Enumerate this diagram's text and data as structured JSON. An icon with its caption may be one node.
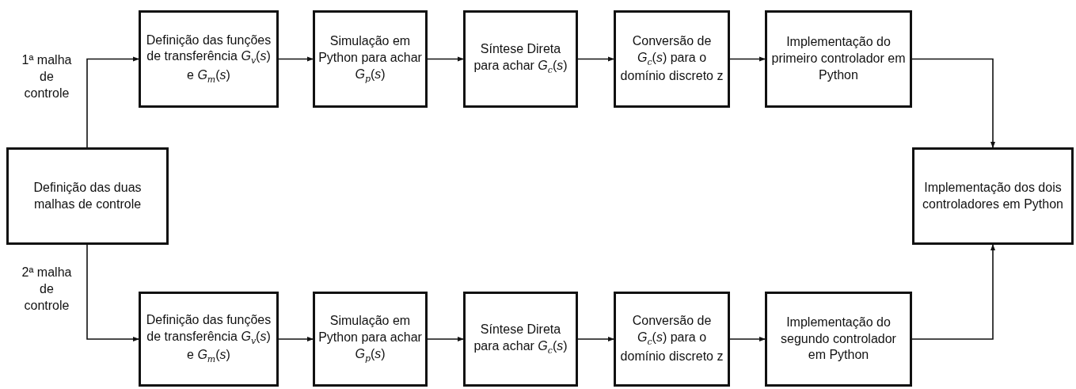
{
  "diagram": {
    "nodes": [
      {
        "text": [
          "Definição das duas malhas de controle"
        ]
      },
      {
        "text": [
          "Definição das funções de transferência *G*$_{v}$(*s*) e *G*$_{m}$(*s*)"
        ]
      },
      {
        "text": [
          "Simulação em Python para achar *G*$_{p}$(*s*)"
        ]
      },
      {
        "text": [
          "Síntese Direta para achar *G*$_{c}$(*s*)"
        ]
      },
      {
        "text": [
          "Conversão de *G*$_{c}$(*s*) para o domínio discreto z"
        ]
      },
      {
        "text": [
          "Implementação do primeiro controlador em Python"
        ]
      },
      {
        "text": [
          "Definição das funções de transferência *G*$_{v}$(*s*) e *G*$_{m}$(*s*)"
        ]
      },
      {
        "text": [
          "Simulação em Python para achar *G*$_{p}$(*s*)"
        ]
      },
      {
        "text": [
          "Síntese Direta para achar *G*$_{c}$(*s*)"
        ]
      },
      {
        "text": [
          "Conversão de *G*$_{c}$(*s*) para o domínio discreto z"
        ]
      },
      {
        "text": [
          "Implementação do segundo controlador em Python"
        ]
      },
      {
        "text": [
          "Implementação dos dois controladores em Python"
        ]
      }
    ],
    "edges": [
      {
        "from": 0,
        "to": 1,
        "arrow": "to",
        "label": "1ª malha de controle"
      },
      {
        "from": 1,
        "to": 2,
        "arrow": "to"
      },
      {
        "from": 2,
        "to": 3,
        "arrow": "to"
      },
      {
        "from": 3,
        "to": 4,
        "arrow": "to"
      },
      {
        "from": 4,
        "to": 5,
        "arrow": "to"
      },
      {
        "from": 5,
        "to": 11,
        "arrow": "to"
      },
      {
        "from": 0,
        "to": 6,
        "arrow": "to",
        "label": "2ª malha de controle"
      },
      {
        "from": 6,
        "to": 7,
        "arrow": "to"
      },
      {
        "from": 7,
        "to": 8,
        "arrow": "to"
      },
      {
        "from": 8,
        "to": 9,
        "arrow": "to"
      },
      {
        "from": 9,
        "to": 10,
        "arrow": "to"
      },
      {
        "from": 10,
        "to": 11,
        "arrow": "to"
      }
    ]
  }
}
